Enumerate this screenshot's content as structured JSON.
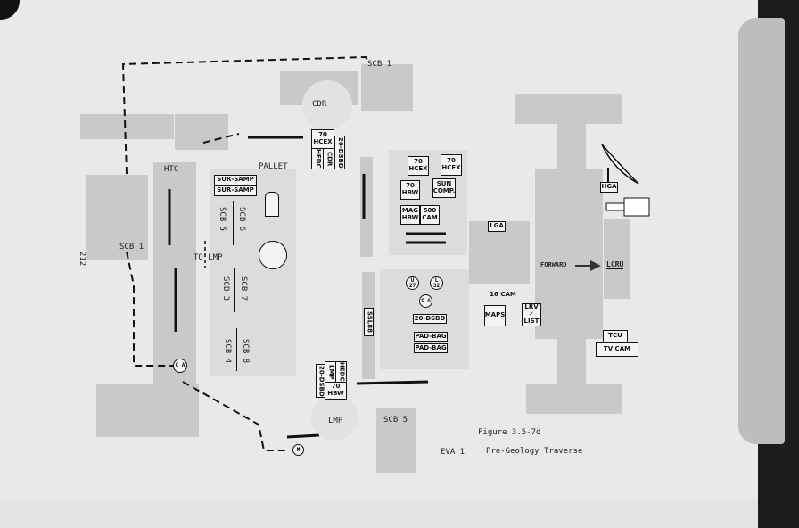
{
  "page_number": "212",
  "figure": {
    "number": "Figure 3.5-7d",
    "eva": "EVA 1",
    "title": "Pre-Geology Traverse"
  },
  "stations": {
    "cdr": "CDR",
    "lmp": "LMP",
    "htc": "HTC",
    "pallet": "PALLET",
    "to_lmp": "TO LMP",
    "scb1_top": "SCB 1",
    "scb1_left": "SCB 1",
    "scb5_bottom": "SCB 5",
    "forward": "FORWARD"
  },
  "pallet_items": {
    "sur_samp_1": "SUR-SAMP",
    "sur_samp_2": "SUR-SAMP",
    "scb5": "SCB 5",
    "scb6": "SCB 6",
    "scb3": "SCB 3",
    "scb7": "SCB 7",
    "scb4": "SCB 4",
    "scb8": "SCB 8"
  },
  "cdr_items": {
    "hcex": "70 HCEX",
    "hedc": "HEDC",
    "cdr": "CDR",
    "dsbd": "20-DSBD"
  },
  "lmp_items": {
    "lmp": "LMP",
    "hedc": "HEDC",
    "hbw": "70 HBW",
    "dsbd": "20-DSBD"
  },
  "gate": {
    "hcex1": "70 HCEX",
    "hcex2": "70 HCEX",
    "hbw": "70 HBW",
    "sun_comp": "SUN COMP.",
    "mag_hbw": "MAG HBW",
    "cam500": "500 CAM",
    "u27": "U 27",
    "l32": "L 32",
    "ca": "C A",
    "dsbd": "20-DSBD",
    "pad_bag_1": "PAD-BAG",
    "pad_bag_2": "PAD-BAG",
    "ssl": "SSL88"
  },
  "lrv": {
    "lga": "LGA",
    "hga": "HGA",
    "lcru": "LCRU",
    "cam16": "16 CAM",
    "maps": "MAPS",
    "lrv_list": "LRV ✓ LIST",
    "tcu": "TCU",
    "tv_cam": "TV CAM",
    "ca_left": "C A",
    "m": "M"
  }
}
